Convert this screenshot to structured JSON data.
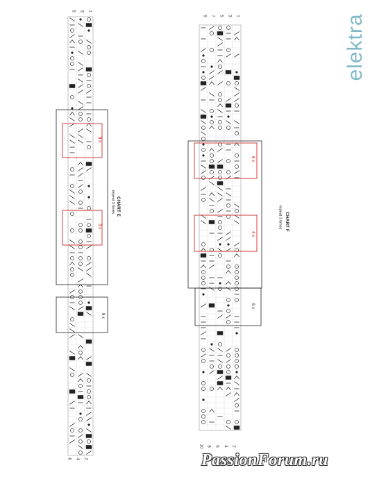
{
  "brand": {
    "text": "elektra",
    "color": "#7fb9c7"
  },
  "chart_e": {
    "title": "CHART E",
    "repeat_label": "repeat 3 times",
    "red_marks": [
      "8 x",
      "3 x"
    ],
    "black_marks": [
      "8 x"
    ],
    "top_numbers": [
      "5",
      "3",
      "1"
    ],
    "bottom_numbers": [
      "6",
      "4",
      "2"
    ]
  },
  "chart_f": {
    "title": "CHART F",
    "repeat_label": "repeat 3 times",
    "red_marks": [
      "8 x",
      "4 x"
    ],
    "black_marks": [
      "8 x"
    ],
    "top_numbers": [
      "9",
      "7",
      "5",
      "3",
      "1"
    ],
    "bottom_numbers": [
      "10",
      "8",
      "6",
      "4",
      "2"
    ]
  },
  "watermark": {
    "text": "PassionForum.ru"
  },
  "colors": {
    "red": "#cc2a2a",
    "ink": "#222222",
    "grid": "#cfcfcf"
  }
}
